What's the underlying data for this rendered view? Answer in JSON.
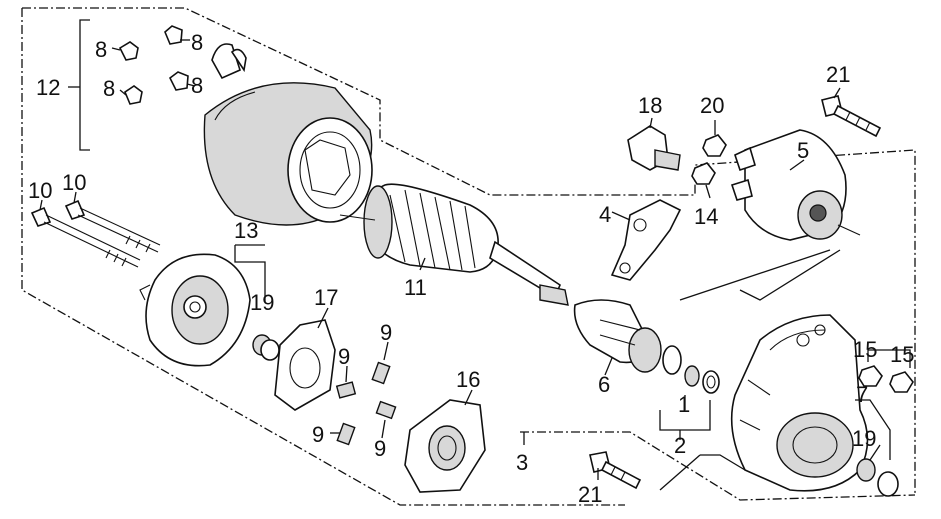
{
  "diagram": {
    "labels": {
      "n1": "1",
      "n2": "2",
      "n3": "3",
      "n4": "4",
      "n5": "5",
      "n6": "6",
      "n7": "7",
      "n8a": "8",
      "n8b": "8",
      "n8c": "8",
      "n8d": "8",
      "n9a": "9",
      "n9b": "9",
      "n9c": "9",
      "n9d": "9",
      "n10a": "10",
      "n10b": "10",
      "n11": "11",
      "n12": "12",
      "n13": "13",
      "n14": "14",
      "n15a": "15",
      "n15b": "15",
      "n16": "16",
      "n17": "17",
      "n18": "18",
      "n19a": "19",
      "n19b": "19",
      "n20": "20",
      "n21a": "21",
      "n21b": "21"
    }
  }
}
